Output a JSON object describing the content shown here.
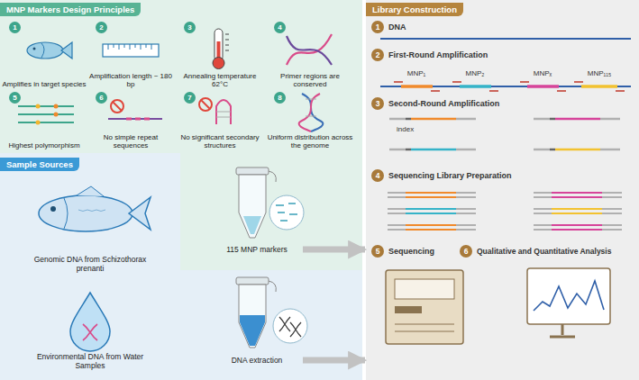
{
  "diagram": {
    "nodes": [
      {
        "text": [
          "MNP Markers Design Principles"
        ]
      },
      {
        "text": [
          "1",
          "Amplifies in target species"
        ],
        "in": 0
      },
      {
        "text": [
          "2",
          "Amplification length ~ 180 bp"
        ],
        "in": 0
      },
      {
        "text": [
          "3",
          "Annealing temperature 62°C"
        ],
        "in": 0
      },
      {
        "text": [
          "4",
          "Primer regions are conserved"
        ],
        "in": 0
      },
      {
        "text": [
          "5",
          "Highest polymorphism"
        ],
        "in": 0
      },
      {
        "text": [
          "6",
          "No simple repeat sequences"
        ],
        "in": 0
      },
      {
        "text": [
          "7",
          "No significant secondary structures"
        ],
        "in": 0
      },
      {
        "text": [
          "8",
          "Uniform distribution across the genome"
        ],
        "in": 0
      },
      {
        "text": [
          "Sample Sources"
        ]
      },
      {
        "text": [
          "Genomic DNA from Schizothorax prenanti"
        ],
        "in": 9
      },
      {
        "text": [
          "Environmental DNA from Water Samples"
        ],
        "in": 9
      },
      {
        "text": [
          "115 MNP markers"
        ]
      },
      {
        "text": [
          "DNA extraction"
        ]
      },
      {
        "text": [
          "Library Construction"
        ]
      },
      {
        "text": [
          "1",
          "DNA"
        ],
        "in": 14
      },
      {
        "text": [
          "2",
          "First-Round Amplification"
        ],
        "in": 14
      },
      {
        "text": [
          "3",
          "Second-Round Amplification"
        ],
        "in": 14
      },
      {
        "text": [
          "4",
          "Sequencing Library Preparation"
        ],
        "in": 14
      },
      {
        "text": [
          "5",
          "Sequencing"
        ],
        "in": 14
      },
      {
        "text": [
          "6",
          "Qualitative and Quantitative Analysis"
        ],
        "in": 14
      }
    ],
    "edges": [
      {
        "from": 12,
        "to": 14,
        "arrow": "to"
      },
      {
        "from": 13,
        "to": 14,
        "arrow": "to"
      }
    ],
    "labels": [
      "MNP₁",
      "MNP₂",
      "MNPₓ",
      "MNP₁₁₅",
      "index"
    ]
  }
}
